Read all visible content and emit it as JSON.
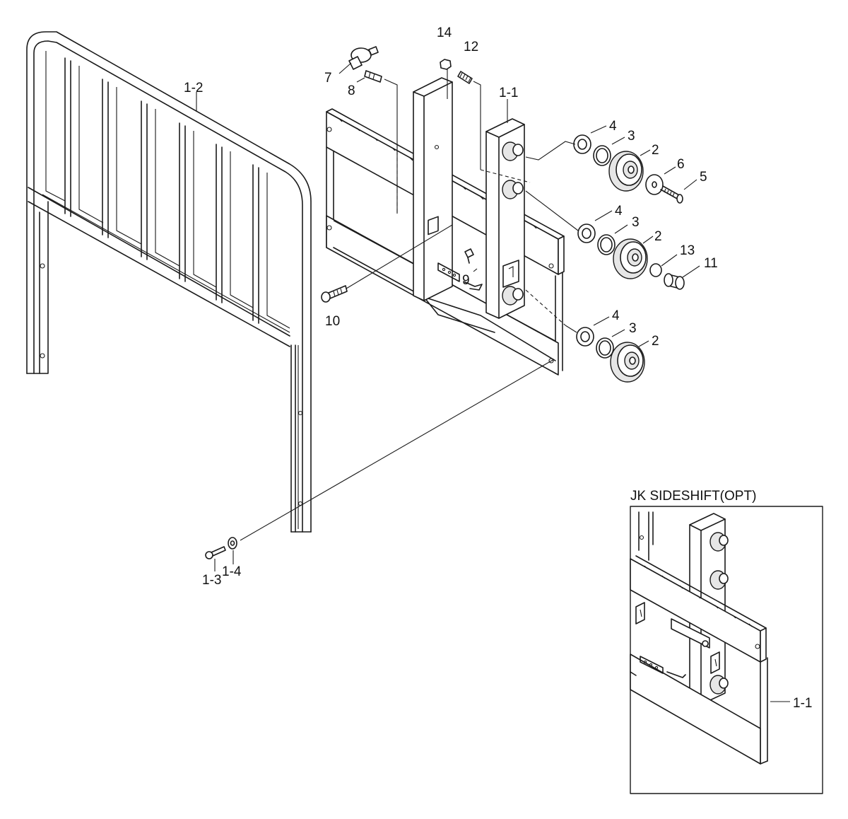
{
  "diagram": {
    "inset_title": "JK SIDESHIFT(OPT)",
    "callouts": {
      "c_1_2": "1-2",
      "c_1_1": "1-1",
      "c_1_1_inset": "1-1",
      "c_1_3": "1-3",
      "c_1_4": "1-4",
      "c_2a": "2",
      "c_2b": "2",
      "c_2c": "2",
      "c_3a": "3",
      "c_3b": "3",
      "c_3c": "3",
      "c_4a": "4",
      "c_4b": "4",
      "c_4c": "4",
      "c_5": "5",
      "c_6": "6",
      "c_7": "7",
      "c_8": "8",
      "c_9": "9",
      "c_10": "10",
      "c_11": "11",
      "c_12": "12",
      "c_13": "13",
      "c_14": "14"
    }
  }
}
